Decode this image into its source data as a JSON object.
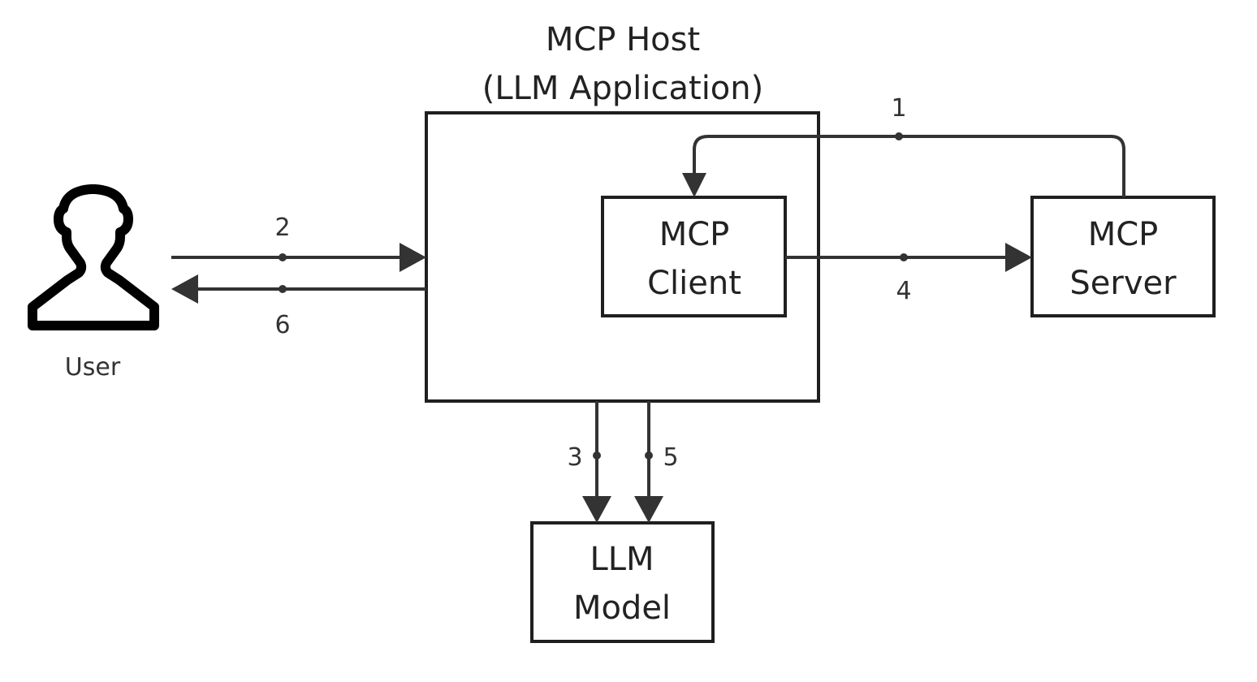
{
  "host": {
    "title_line1": "MCP Host",
    "title_line2": "(LLM Application)"
  },
  "client": {
    "line1": "MCP",
    "line2": "Client"
  },
  "server": {
    "line1": "MCP",
    "line2": "Server"
  },
  "model": {
    "line1": "LLM",
    "line2": "Model"
  },
  "user": {
    "label": "User",
    "icon": "user-icon"
  },
  "steps": {
    "s1": "1",
    "s2": "2",
    "s3": "3",
    "s4": "4",
    "s5": "5",
    "s6": "6"
  }
}
